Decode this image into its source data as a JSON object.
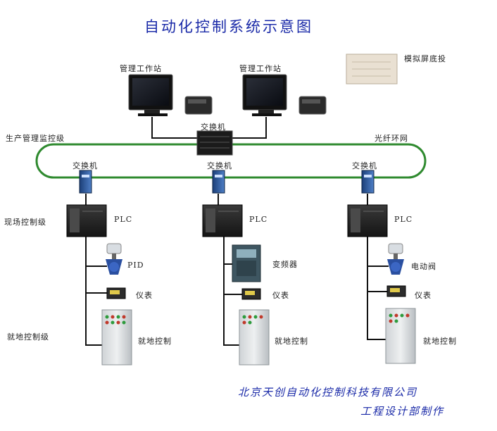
{
  "title": "自动化控制系统示意图",
  "labels": {
    "mgmt_station_1": "管理工作站",
    "mgmt_station_2": "管理工作站",
    "mimic_panel": "模拟屏底投",
    "core_switch": "交换机",
    "production_level": "生产管理监控级",
    "fiber_ring": "光纤环网",
    "switch_1": "交换机",
    "switch_2": "交换机",
    "switch_3": "交换机",
    "field_level": "现场控制级",
    "plc_1": "PLC",
    "plc_2": "PLC",
    "plc_3": "PLC",
    "pid": "PID",
    "vfd": "变频器",
    "valve": "电动阀",
    "meter_1": "仪表",
    "meter_2": "仪表",
    "meter_3": "仪表",
    "local_level": "就地控制级",
    "local_1": "就地控制",
    "local_2": "就地控制",
    "local_3": "就地控制"
  },
  "footer": {
    "company": "北京天创自动化控制科技有限公司",
    "dept": "工程设计部制作"
  },
  "colors": {
    "title": "#1a2aa8",
    "ring": "#2f8a2f",
    "lines": "#111111"
  }
}
